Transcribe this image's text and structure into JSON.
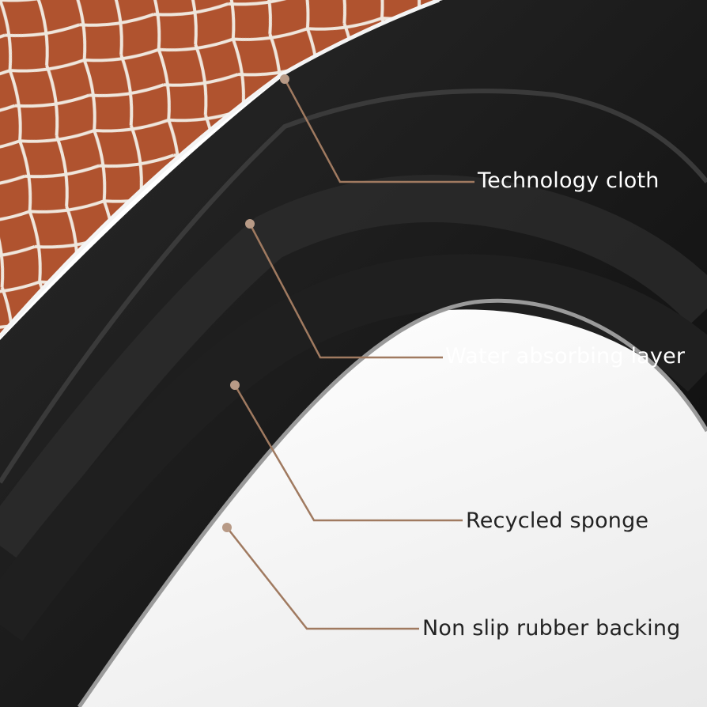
{
  "labels": {
    "technology_cloth": "Technology cloth",
    "water_absorbing_layer": "Water absorbing layer",
    "recycled_sponge": "Recycled sponge",
    "non_slip_rubber_backing": "Non slip rubber backing"
  },
  "colors": {
    "rug": "#b0532f",
    "lattice": "#efe6dc",
    "leader_line": "#a07a60",
    "mat_black": "#141414"
  }
}
